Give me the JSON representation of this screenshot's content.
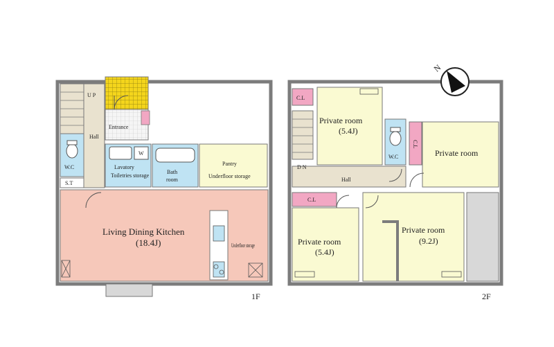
{
  "floor1": {
    "label": "1F",
    "rooms": {
      "ldk": {
        "name": "Living Dining Kitchen",
        "size": "(18.4J)"
      },
      "hall": {
        "name": "Hall"
      },
      "lavatory": {
        "name": "Lavatory",
        "sub": "Toiletries storage"
      },
      "w": {
        "name": "W"
      },
      "bath": {
        "name": "Bath",
        "sub": "room"
      },
      "pantry": {
        "name": "Pantry",
        "sub": "Underfloor storage"
      },
      "wc": {
        "name": "W.C"
      },
      "st": {
        "name": "S.T"
      },
      "entrance": {
        "name": "Entrance"
      },
      "up": {
        "name": "U P"
      },
      "underfloor2": {
        "name": "Underfloor storage"
      }
    }
  },
  "floor2": {
    "label": "2F",
    "rooms": {
      "pr_top": {
        "name": "Private room",
        "size": "(5.4J)"
      },
      "pr_right": {
        "name": "Private room"
      },
      "pr_left": {
        "name": "Private room",
        "size": "(5.4J)"
      },
      "pr_big": {
        "name": "Private room",
        "size": "(9.2J)"
      },
      "hall": {
        "name": "Hall"
      },
      "cl1": {
        "name": "C.L"
      },
      "cl2": {
        "name": "C.L"
      },
      "cl3": {
        "name": "C.L"
      },
      "wc": {
        "name": "W.C"
      },
      "dn": {
        "name": "D N"
      }
    }
  },
  "compass": {
    "label": "N"
  },
  "colors": {
    "wall": "#7c7c7c",
    "ldk": "#f6c8ba",
    "room_yellow": "#fafad2",
    "wet_blue": "#bfe3f3",
    "stairs": "#e9e2cf",
    "entrance_yellow": "#f4d51c",
    "closet_pink": "#f2a7c3",
    "balcony": "#d8d8d8"
  }
}
